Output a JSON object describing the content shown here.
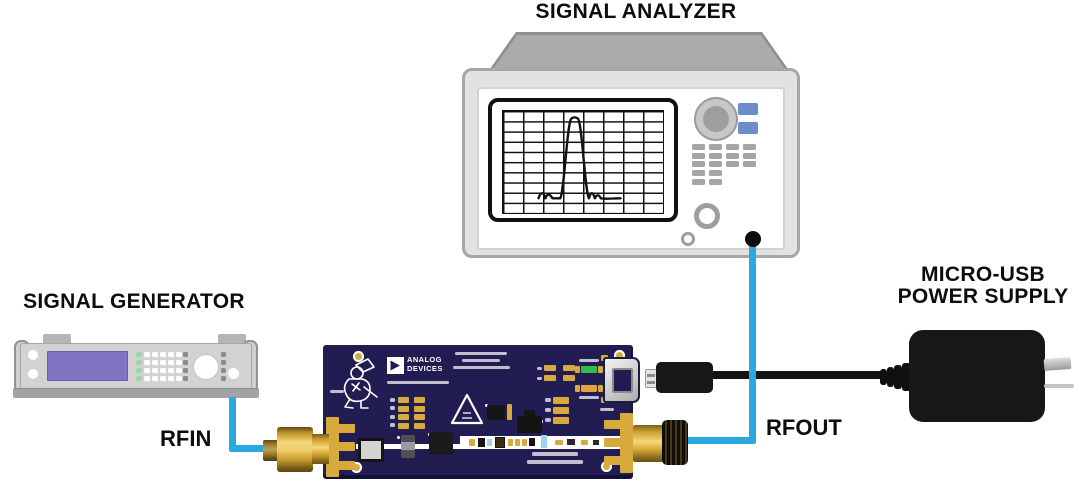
{
  "labels": {
    "signal_analyzer": "SIGNAL ANALYZER",
    "signal_generator": "SIGNAL GENERATOR",
    "power_supply_line1": "MICRO-USB",
    "power_supply_line2": "POWER SUPPLY",
    "rfin": "RFIN",
    "rfout": "RFOUT"
  },
  "board": {
    "logo_line1": "ANALOG",
    "logo_line2": "DEVICES"
  },
  "connections": [
    {
      "from": "signal-generator",
      "to": "evaluation-board-rfin",
      "cable": "rf-coax",
      "color": "#2AA9E0"
    },
    {
      "from": "evaluation-board-rfout",
      "to": "signal-analyzer",
      "cable": "rf-coax",
      "color": "#2AA9E0"
    },
    {
      "from": "micro-usb-power-supply",
      "to": "evaluation-board-usb-port",
      "cable": "usb",
      "color": "#141414"
    }
  ],
  "colors": {
    "cable_blue": "#2AA9E0",
    "board_navy": "#211C52",
    "connector_gold": "#D8A93B",
    "display_purple": "#8273C4",
    "analyzer_button_blue": "#6C8EC8",
    "led_green": "#2DBE4E",
    "led_amber": "#E3A23C"
  }
}
